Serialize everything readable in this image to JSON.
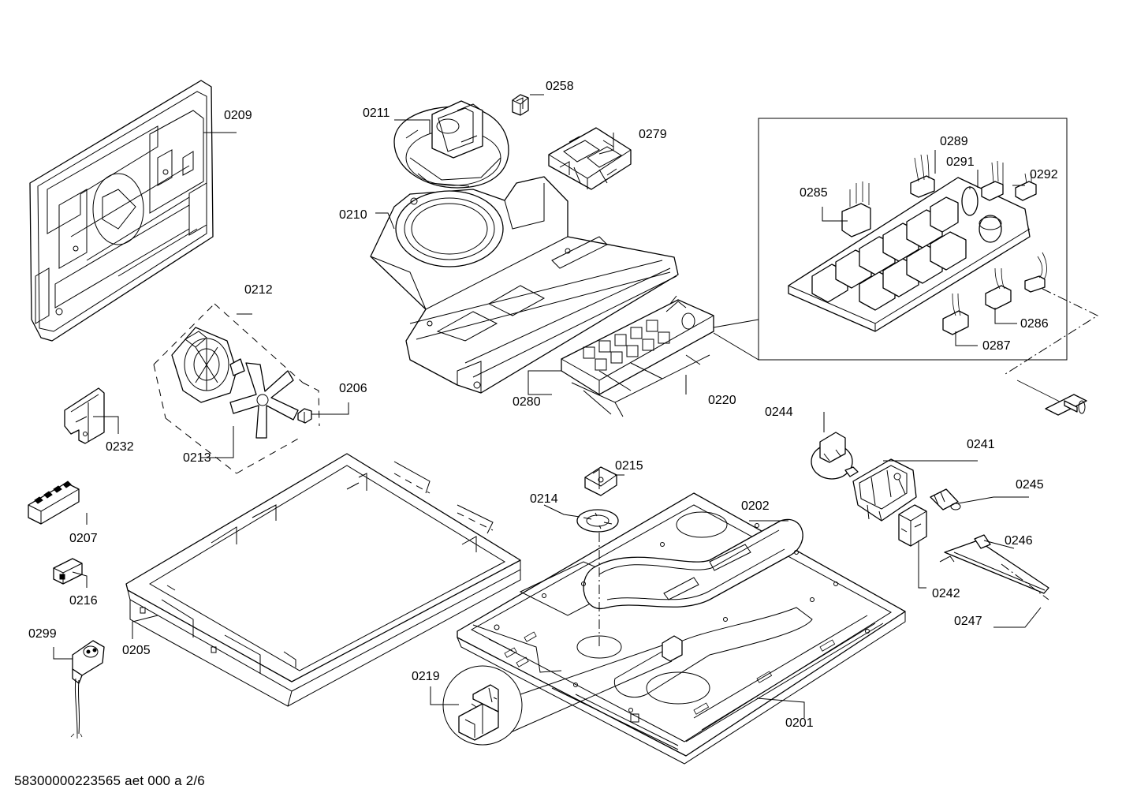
{
  "diagram": {
    "part_numbers": [
      "0209",
      "0211",
      "0258",
      "0279",
      "0289",
      "0291",
      "0292",
      "0285",
      "0210",
      "0212",
      "0206",
      "0232",
      "0213",
      "0286",
      "0287",
      "0280",
      "0220",
      "0244",
      "0241",
      "0215",
      "0214",
      "0245",
      "0202",
      "0207",
      "0246",
      "0216",
      "0242",
      "0247",
      "0299",
      "0205",
      "0219",
      "0201"
    ]
  },
  "footer": {
    "document_id": "58300000223565 aet 000 a 2/6"
  }
}
